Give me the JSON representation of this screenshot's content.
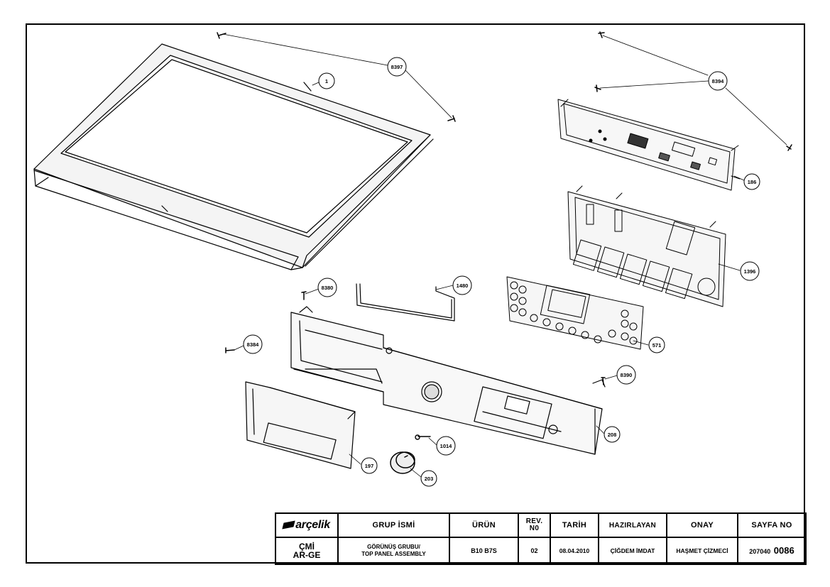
{
  "callouts": [
    {
      "id": "c1",
      "label": "1"
    },
    {
      "id": "c8397",
      "label": "8397"
    },
    {
      "id": "c8394",
      "label": "8394"
    },
    {
      "id": "c186",
      "label": "186"
    },
    {
      "id": "c1396",
      "label": "1396"
    },
    {
      "id": "c1480",
      "label": "1480"
    },
    {
      "id": "c8380",
      "label": "8380"
    },
    {
      "id": "c8384",
      "label": "8384"
    },
    {
      "id": "c571",
      "label": "571"
    },
    {
      "id": "c8390",
      "label": "8390"
    },
    {
      "id": "c208",
      "label": "208"
    },
    {
      "id": "c1014",
      "label": "1014"
    },
    {
      "id": "c197",
      "label": "197"
    },
    {
      "id": "c203",
      "label": "203"
    }
  ],
  "title_block": {
    "logo_text": "arçelik",
    "headers": {
      "group_name": "GRUP İSMİ",
      "product": "ÜRÜN",
      "rev_line1": "REV.",
      "rev_line2": "N0",
      "date": "TARİH",
      "prepared_by": "HAZIRLAYAN",
      "approval": "ONAY",
      "page_no": "SAYFA NO"
    },
    "values": {
      "dept_line1": "ÇMİ",
      "dept_line2": "AR-GE",
      "group_line1": "GÖRÜNÜŞ GRUBU/",
      "group_line2": "TOP PANEL ASSEMBLY",
      "product": "B10 B7S",
      "rev": "02",
      "date": "08.04.2010",
      "prepared_by": "ÇİĞDEM İMDAT",
      "approval": "HAŞMET ÇİZMECİ",
      "page_prefix": "207040",
      "page_suffix": "0086"
    }
  }
}
